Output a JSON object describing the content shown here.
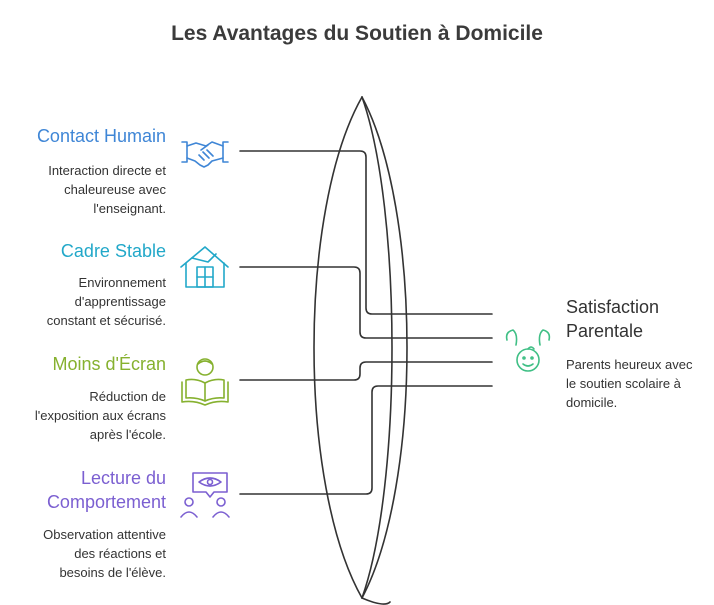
{
  "title": "Les Avantages du Soutien à Domicile",
  "colors": {
    "blue": "#3f86d6",
    "cyan": "#22a8c9",
    "green": "#86b12f",
    "purple": "#7b5fd1",
    "teal": "#3fbf85",
    "line": "#333333"
  },
  "items": [
    {
      "title": "Contact Humain",
      "desc_lines": [
        "Interaction directe et",
        "chaleureuse avec",
        "l'enseignant."
      ],
      "icon": "handshake-icon",
      "color": "#3f86d6"
    },
    {
      "title": "Cadre Stable",
      "desc_lines": [
        "Environnement",
        "d'apprentissage",
        "constant et sécurisé."
      ],
      "icon": "house-icon",
      "color": "#22a8c9"
    },
    {
      "title": "Moins d'Écran",
      "desc_lines": [
        "Réduction de",
        "l'exposition aux écrans",
        "après l'école."
      ],
      "icon": "reading-child-icon",
      "color": "#86b12f"
    },
    {
      "title_lines": [
        "Lecture du",
        "Comportement"
      ],
      "desc_lines": [
        "Observation attentive",
        "des réactions et",
        "besoins de l'élève."
      ],
      "icon": "observation-eye-icon",
      "color": "#7b5fd1"
    }
  ],
  "outcome": {
    "title_lines": [
      "Satisfaction",
      "Parentale"
    ],
    "desc_lines": [
      "Parents heureux avec",
      "le soutien scolaire à",
      "domicile."
    ],
    "icon": "happy-child-icon",
    "color": "#3fbf85"
  }
}
